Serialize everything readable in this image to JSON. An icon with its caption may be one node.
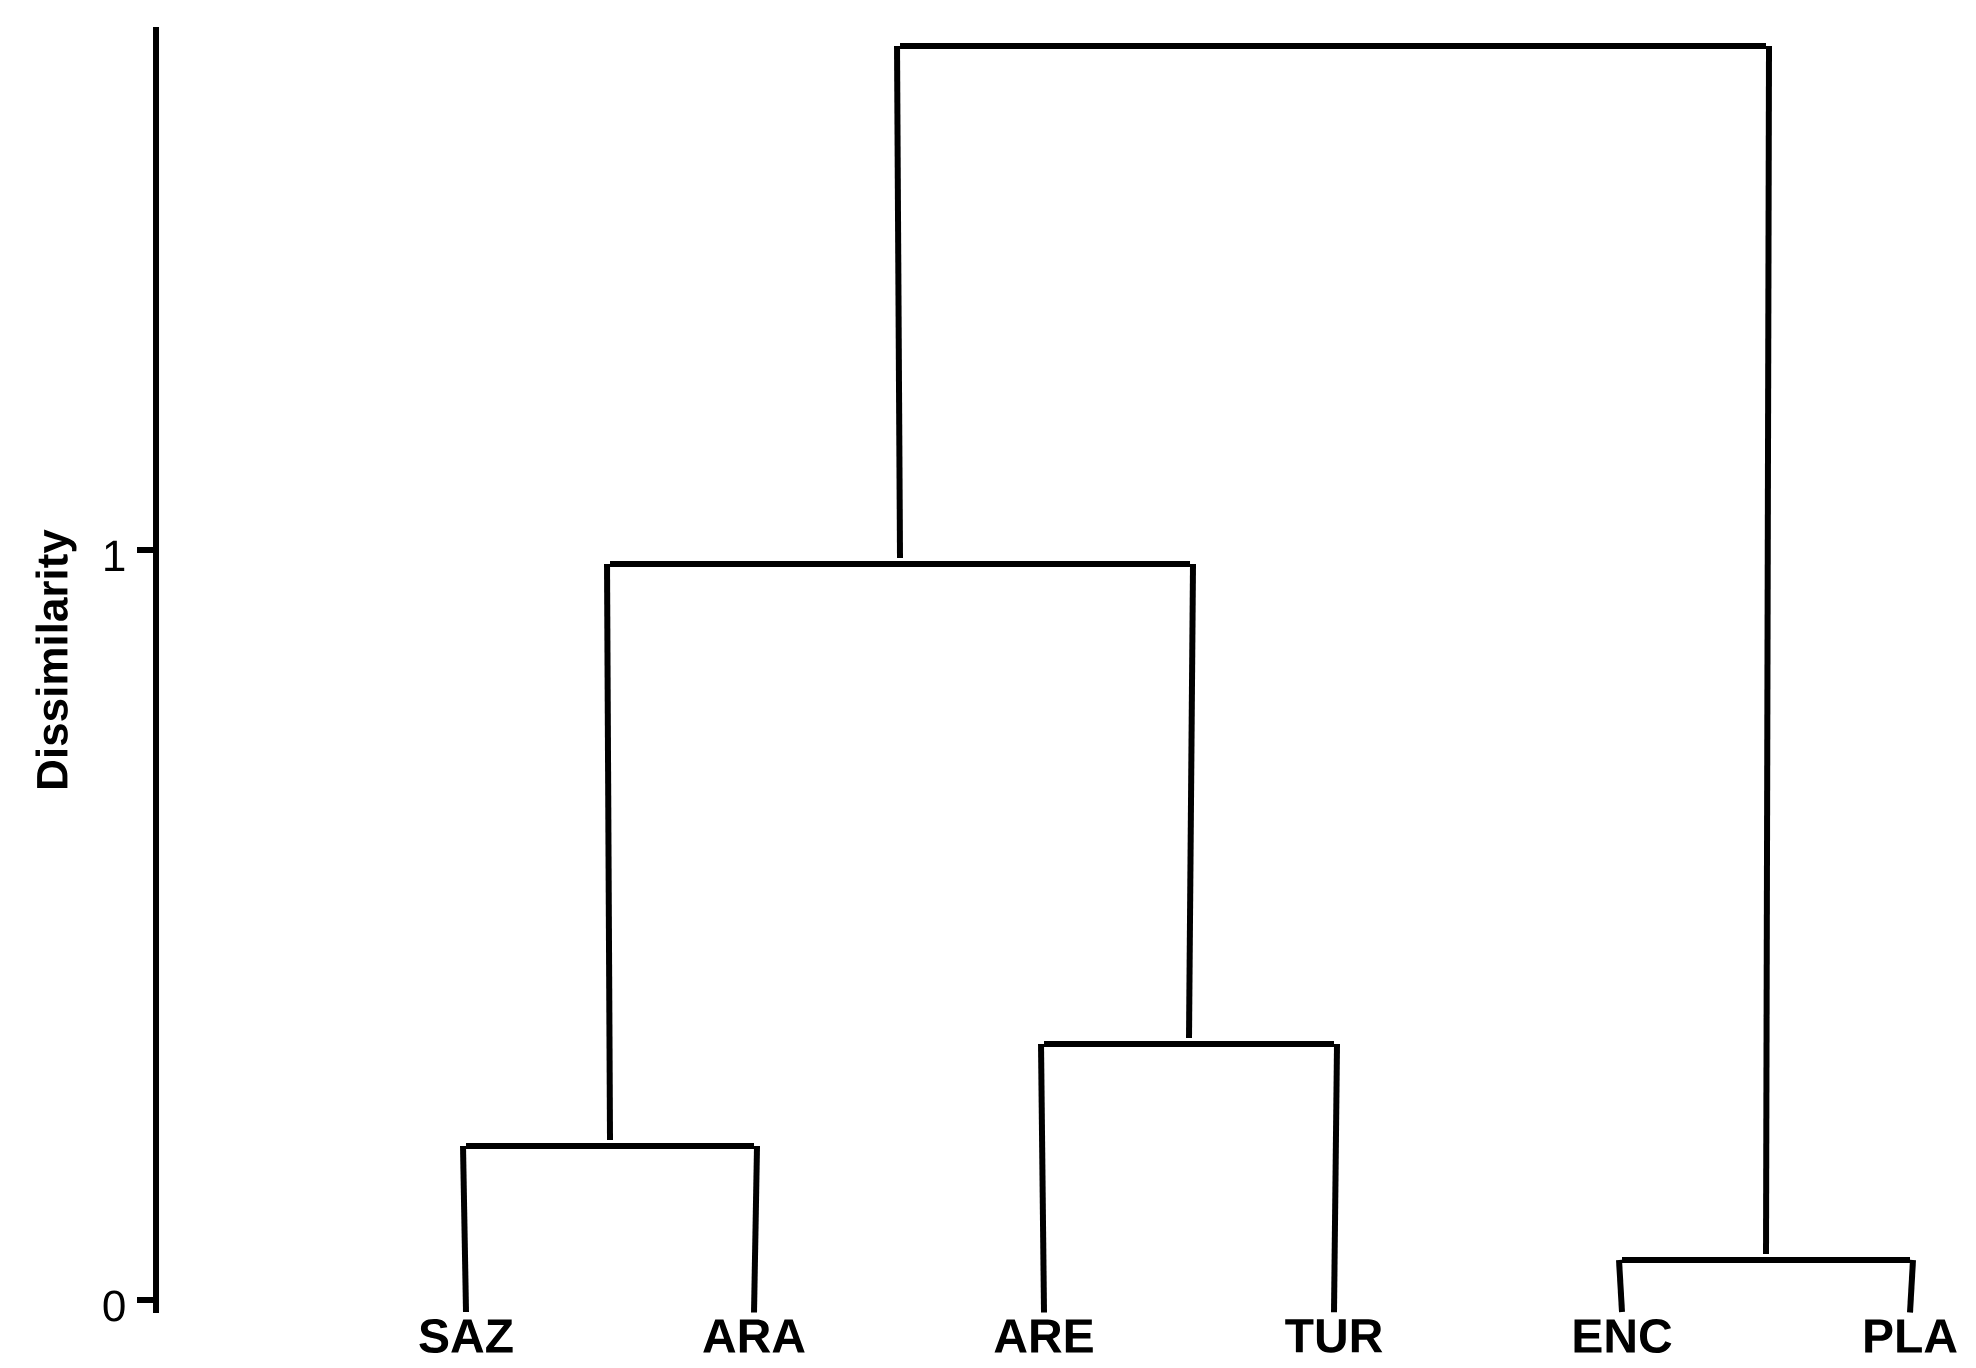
{
  "diagram": {
    "nodes": [
      {
        "text": [
          "SAZ"
        ]
      },
      {
        "text": [
          "ARA"
        ]
      },
      {
        "text": [
          "ARE"
        ]
      },
      {
        "text": [
          "TUR"
        ]
      },
      {
        "text": [
          "ENC"
        ]
      },
      {
        "text": [
          "PLA"
        ]
      },
      {
        "text": [],
        "shape": "bar"
      },
      {
        "text": [],
        "shape": "bar"
      },
      {
        "text": [],
        "shape": "bar"
      },
      {
        "text": [],
        "shape": "bar"
      },
      {
        "text": [],
        "shape": "bar"
      }
    ],
    "edges": [
      {
        "from": 6,
        "to": 7,
        "arrow": "none"
      },
      {
        "from": 6,
        "to": 10,
        "arrow": "none"
      },
      {
        "from": 7,
        "to": 9,
        "arrow": "none"
      },
      {
        "from": 7,
        "to": 8,
        "arrow": "none"
      },
      {
        "from": 9,
        "to": 0,
        "arrow": "none"
      },
      {
        "from": 9,
        "to": 1,
        "arrow": "none"
      },
      {
        "from": 8,
        "to": 2,
        "arrow": "none"
      },
      {
        "from": 8,
        "to": 3,
        "arrow": "none"
      },
      {
        "from": 10,
        "to": 4,
        "arrow": "none"
      },
      {
        "from": 10,
        "to": 5,
        "arrow": "none"
      }
    ],
    "labels": [
      "Dissimilarity",
      "1",
      "0"
    ]
  }
}
